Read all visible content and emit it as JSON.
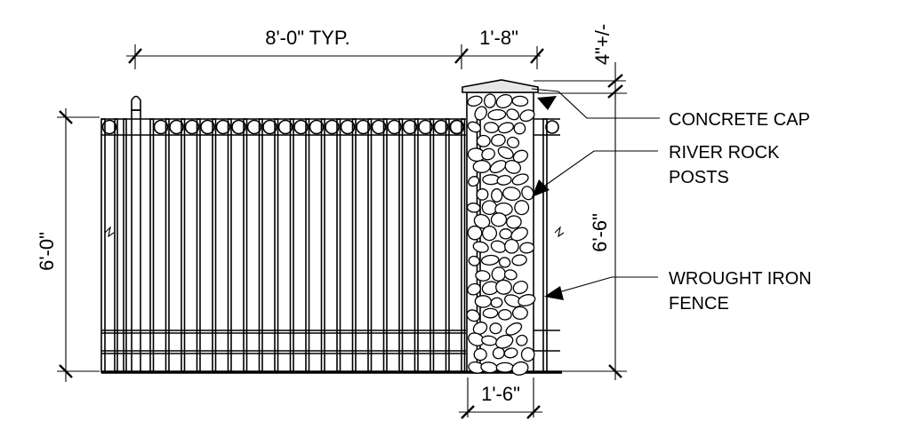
{
  "dimensions": {
    "panel_width": "8'-0\" TYP.",
    "post_width": "1'-8\"",
    "cap_height": "4\"+/-",
    "fence_height": "6'-0\"",
    "post_height": "6'-6\"",
    "post_base_width": "1'-6\""
  },
  "callouts": {
    "concrete_cap": "CONCRETE CAP",
    "river_rock_1": "RIVER ROCK",
    "river_rock_2": "POSTS",
    "wrought_iron_1": "WROUGHT IRON",
    "wrought_iron_2": "FENCE"
  },
  "colors": {
    "ink": "#000000",
    "cap_fill": "#e6e6e6",
    "background": "#ffffff"
  }
}
